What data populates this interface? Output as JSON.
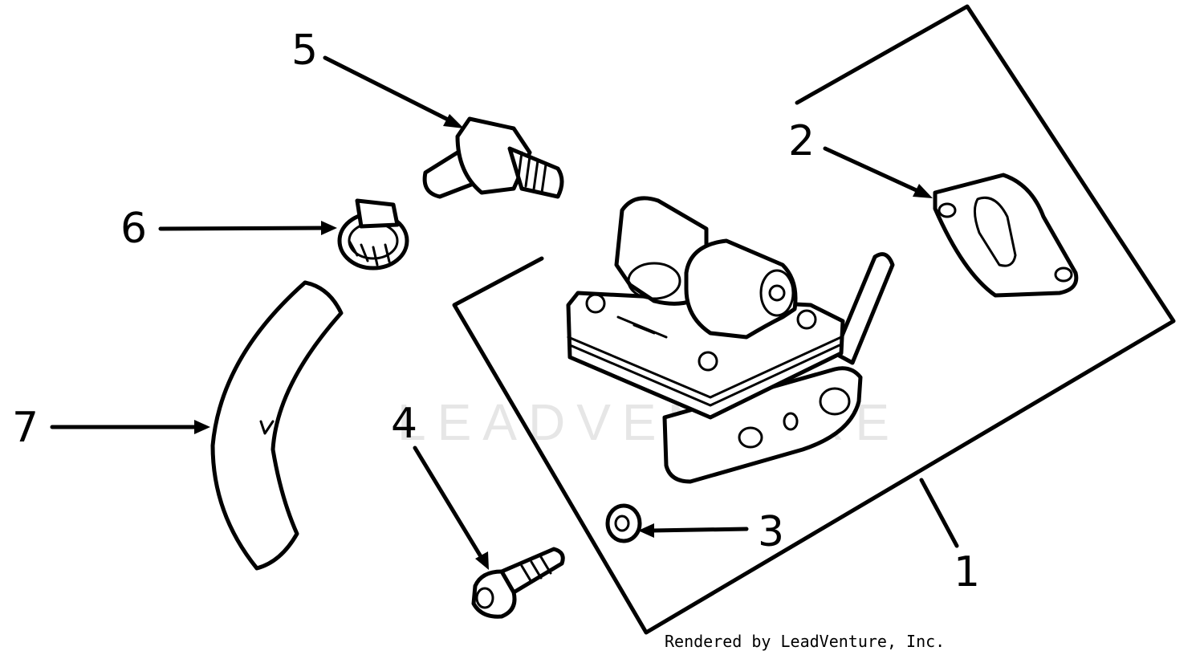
{
  "callouts": [
    {
      "id": "1",
      "label": "1"
    },
    {
      "id": "2",
      "label": "2"
    },
    {
      "id": "3",
      "label": "3"
    },
    {
      "id": "4",
      "label": "4"
    },
    {
      "id": "5",
      "label": "5"
    },
    {
      "id": "6",
      "label": "6"
    },
    {
      "id": "7",
      "label": "7"
    }
  ],
  "watermark": "LEADVENTURE",
  "credit": "Rendered by LeadVenture, Inc."
}
